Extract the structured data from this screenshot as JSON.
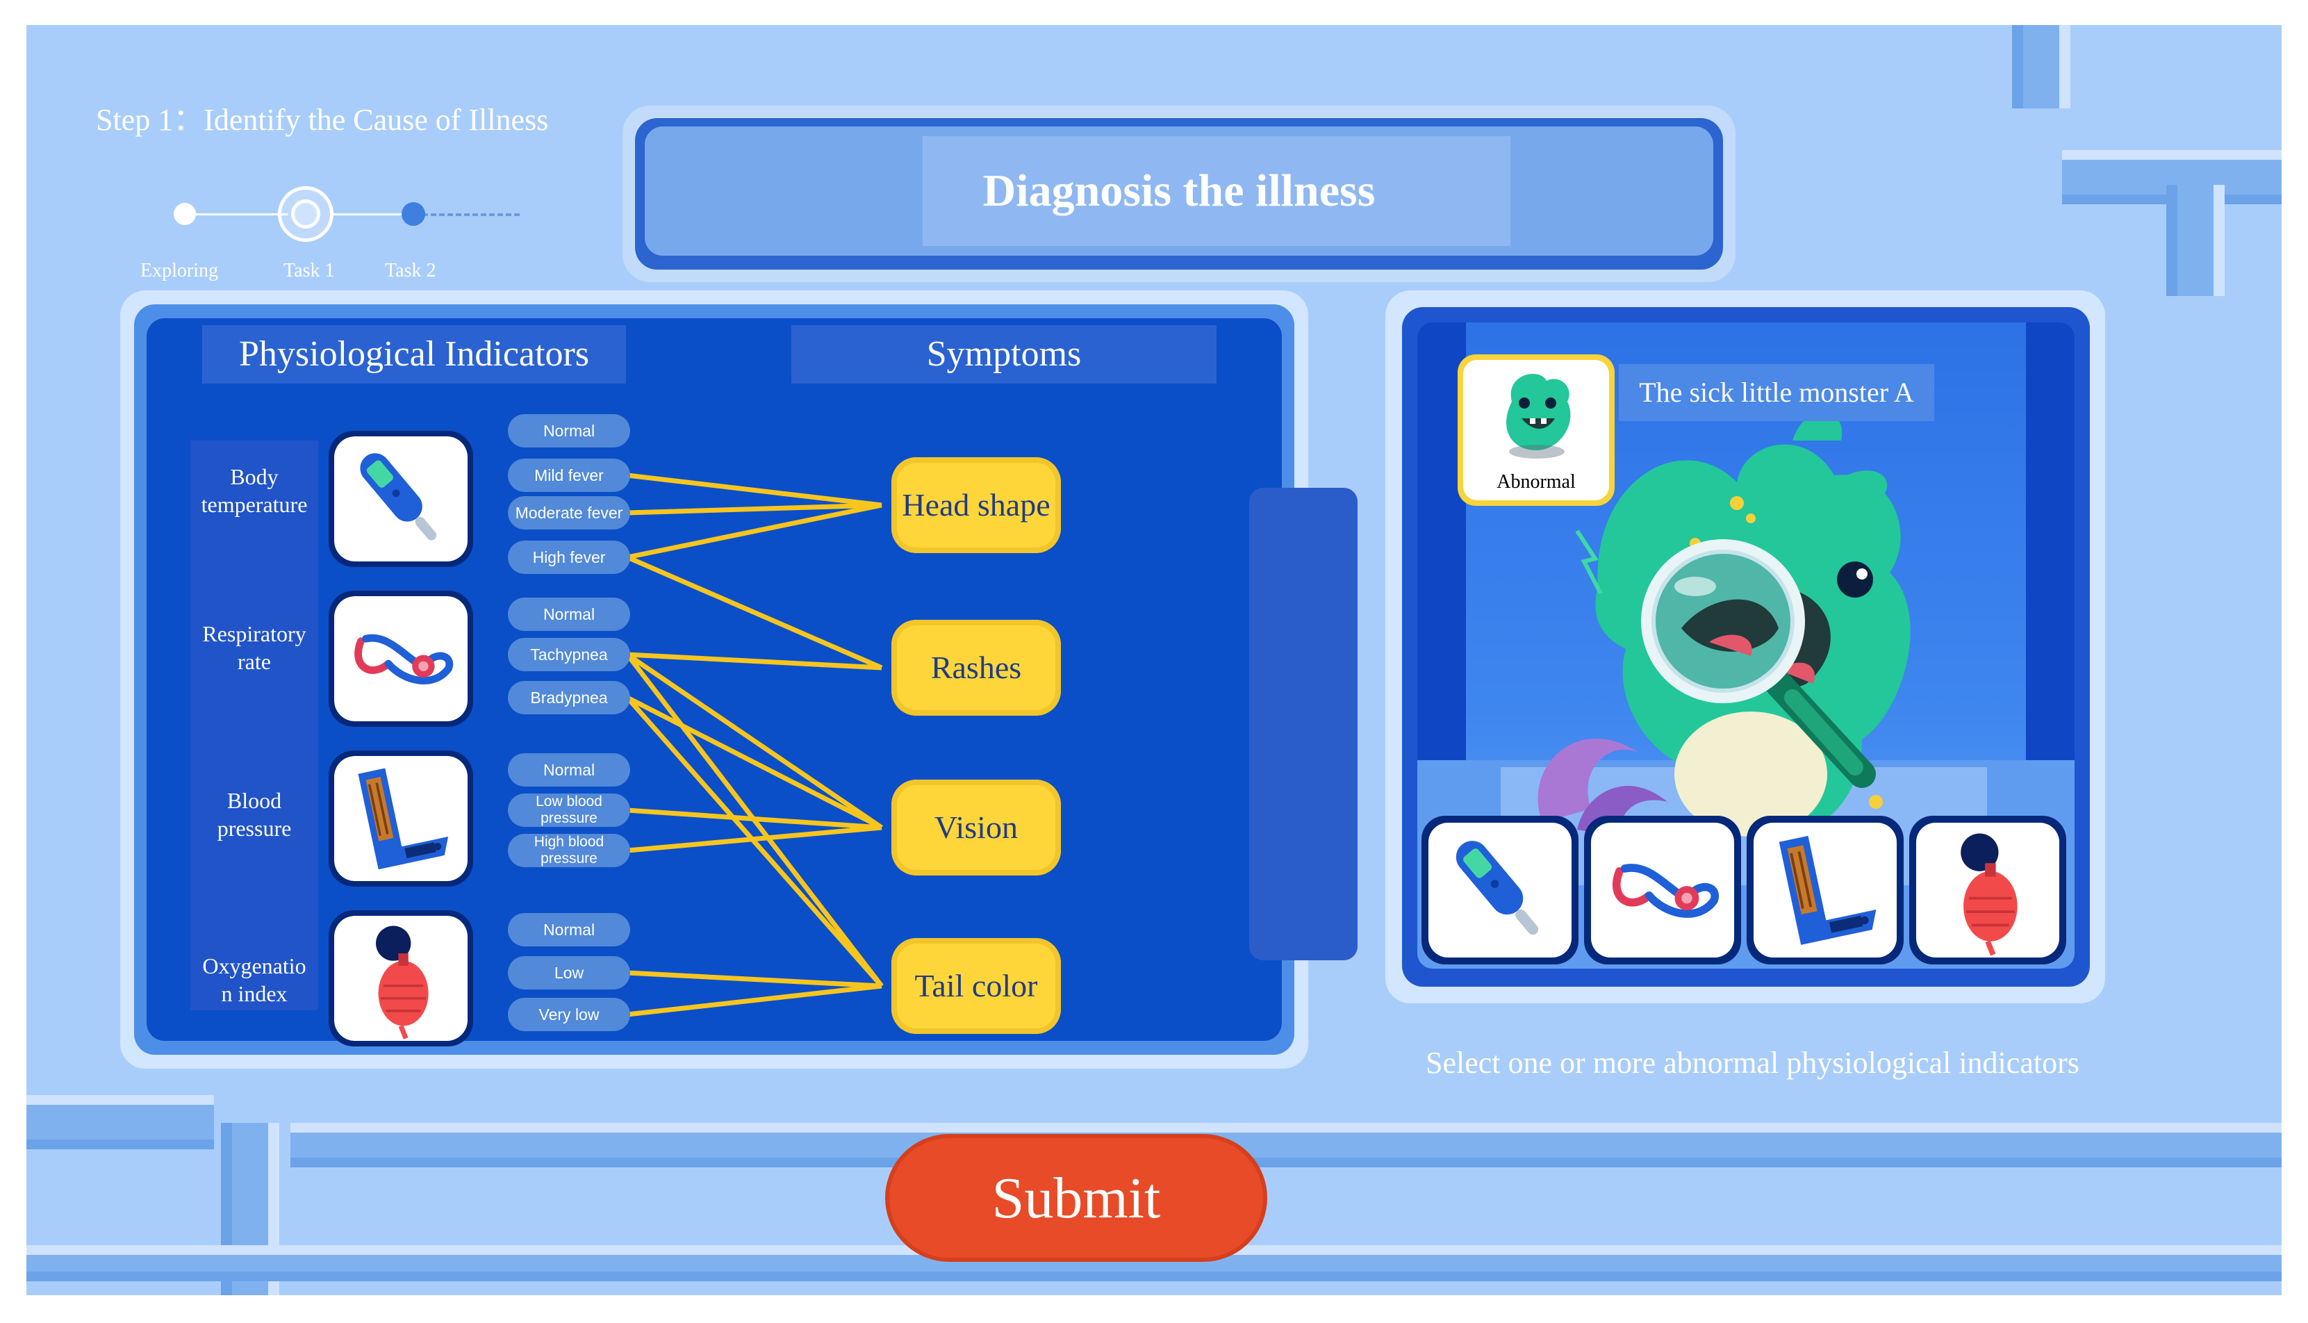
{
  "stepper": {
    "title": "Step 1：Identify the Cause of Illness",
    "steps": [
      "Exploring",
      "Task 1",
      "Task 2"
    ],
    "current_step": 2
  },
  "header": {
    "title": "Diagnosis the illness"
  },
  "indicators_panel": {
    "indicators_header": "Physiological Indicators",
    "symptoms_header": "Symptoms",
    "categories": [
      {
        "label": "Body temperature",
        "tool_icon": "thermometer-icon",
        "options": [
          "Normal",
          "Mild fever",
          "Moderate fever",
          "High fever"
        ]
      },
      {
        "label": "Respiratory rate",
        "tool_icon": "stethoscope-icon",
        "options": [
          "Normal",
          "Tachypnea",
          "Bradypnea"
        ]
      },
      {
        "label": "Blood pressure",
        "tool_icon": "blood-pressure-monitor-icon",
        "options": [
          "Normal",
          "Low blood pressure",
          "High blood pressure"
        ]
      },
      {
        "label": "Oxygenation index",
        "tool_icon": "oximeter-bulb-icon",
        "options": [
          "Normal",
          "Low",
          "Very low"
        ]
      }
    ],
    "category_display": [
      "Body\ntemperature",
      "Respiratory\nrate",
      "Blood\npressure",
      "Oxygenatio\nn index"
    ],
    "symptoms": [
      "Head shape",
      "Rashes",
      "Vision",
      "Tail color"
    ],
    "connections": [
      {
        "from": "Mild fever",
        "to": "Head shape"
      },
      {
        "from": "Moderate fever",
        "to": "Head shape"
      },
      {
        "from": "High fever",
        "to": "Head shape"
      },
      {
        "from": "High fever",
        "to": "Rashes"
      },
      {
        "from": "Tachypnea",
        "to": "Rashes"
      },
      {
        "from": "Tachypnea",
        "to": "Vision"
      },
      {
        "from": "Tachypnea",
        "to": "Tail color"
      },
      {
        "from": "Bradypnea",
        "to": "Vision"
      },
      {
        "from": "Bradypnea",
        "to": "Tail color"
      },
      {
        "from": "Low blood pressure",
        "to": "Vision"
      },
      {
        "from": "High blood pressure",
        "to": "Vision"
      },
      {
        "from": "Low",
        "to": "Tail color"
      },
      {
        "from": "Very low",
        "to": "Tail color"
      }
    ],
    "connection_color": "#f7c51e"
  },
  "patient_panel": {
    "status_label": "Abnormal",
    "caption": "The sick little monster A",
    "tools": [
      "thermometer-icon",
      "stethoscope-icon",
      "blood-pressure-monitor-icon",
      "oximeter-bulb-icon"
    ],
    "instruction": "Select one or more abnormal physiological indicators"
  },
  "submit": {
    "label": "Submit"
  },
  "colors": {
    "background": "#a9cdfb",
    "panel_blue": "#0a4fc7",
    "pill": "#5289d8",
    "symptom_yellow": "#ffd63a",
    "monster_green": "#23c79a",
    "submit_red": "#e84b27"
  }
}
